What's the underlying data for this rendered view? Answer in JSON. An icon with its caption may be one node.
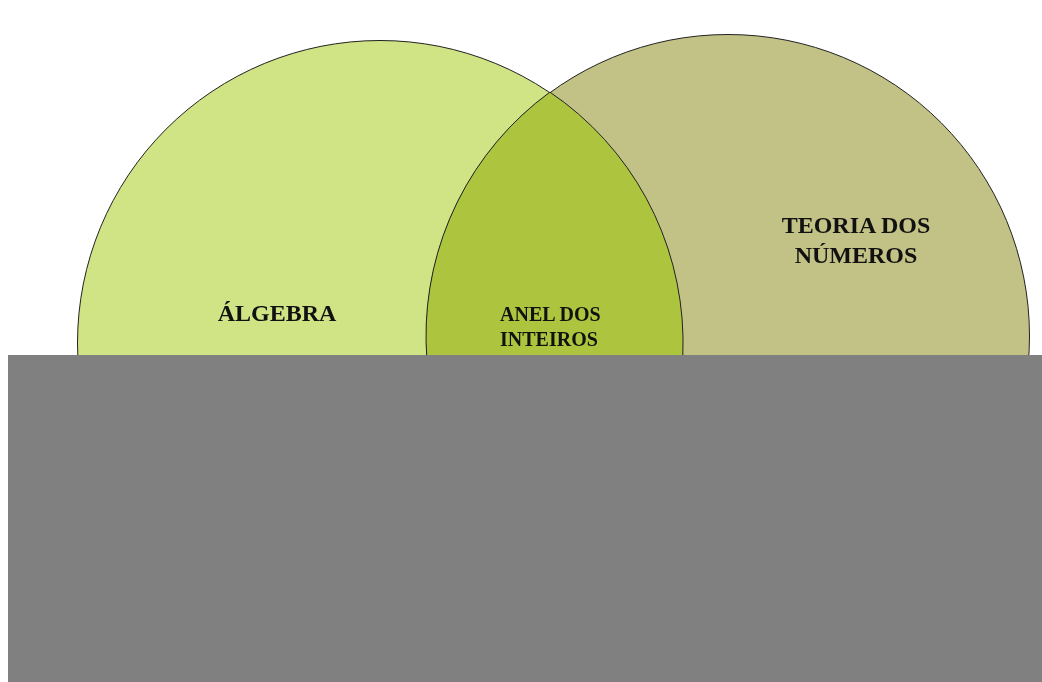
{
  "diagram": {
    "nodes": [
      {
        "text": [
          "ÁLGEBRA"
        ]
      },
      {
        "text": [
          "TEORIA DOS NÚMEROS"
        ]
      },
      {
        "text": [
          "ANEL DOS INTEIROS"
        ]
      }
    ]
  }
}
